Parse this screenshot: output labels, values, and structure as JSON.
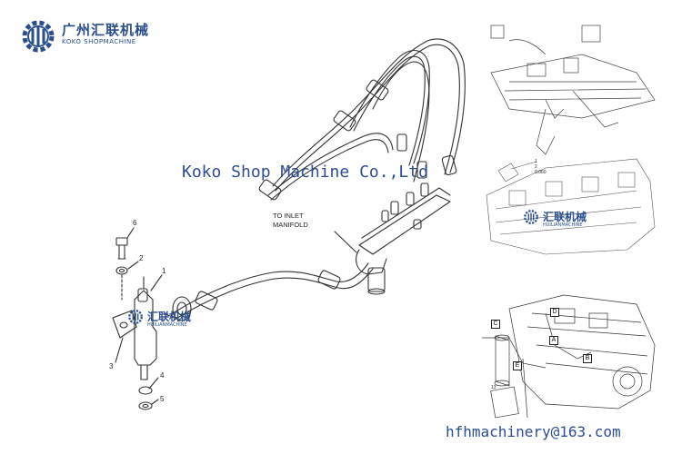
{
  "brand": {
    "name_cn": "广州汇联机械",
    "name_en": "KOKO SHOPMACHINE"
  },
  "watermark": {
    "company": "Koko Shop Machine Co.,Ltd",
    "email": "hfhmachinery@163.com",
    "small_cn": "汇联机械",
    "small_en": "HUILIANMACHINE"
  },
  "diagram": {
    "annotation": [
      "TO INLET",
      "MANIFOLD"
    ],
    "callouts": [
      "6",
      "2",
      "1",
      "3",
      "4",
      "5"
    ],
    "inset_labels": [
      "A",
      "B",
      "C",
      "D",
      "E"
    ],
    "inset_notes": [
      "1",
      "2",
      "0.060",
      "13"
    ]
  },
  "colors": {
    "brand_blue": "#2b4e8c",
    "watermark_blue": "#2d4d96",
    "line": "#333333"
  }
}
